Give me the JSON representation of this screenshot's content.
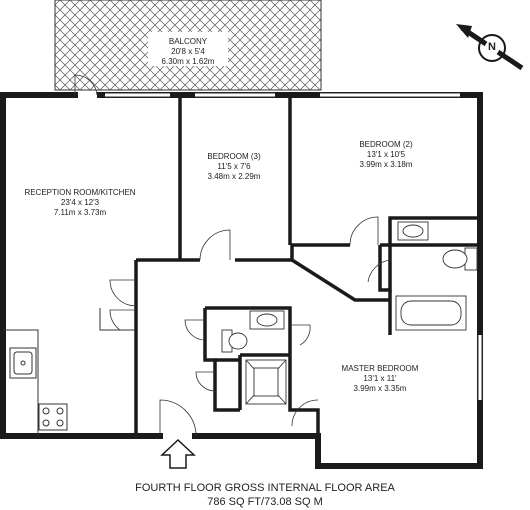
{
  "rooms": {
    "balcony": {
      "name": "BALCONY",
      "imperial": "20'8 x 5'4",
      "metric": "6.30m x 1.62m"
    },
    "reception": {
      "name": "RECEPTION ROOM/KITCHEN",
      "imperial": "23'4 x 12'3",
      "metric": "7.11m x 3.73m"
    },
    "bedroom3": {
      "name": "BEDROOM (3)",
      "imperial": "11'5 x 7'6",
      "metric": "3.48m x 2.29m"
    },
    "bedroom2": {
      "name": "BEDROOM (2)",
      "imperial": "13'1 x 10'5",
      "metric": "3.99m x 3.18m"
    },
    "master": {
      "name": "MASTER BEDROOM",
      "imperial": "13'1 x 11'",
      "metric": "3.99m x 3.35m"
    }
  },
  "caption": {
    "line1": "FOURTH FLOOR GROSS INTERNAL FLOOR AREA",
    "line2": "786 SQ FT/73.08 SQ M"
  },
  "compass": {
    "letter": "N"
  },
  "colors": {
    "wall": "#1a1a1a",
    "line": "#333333",
    "hatch": "#555555"
  }
}
